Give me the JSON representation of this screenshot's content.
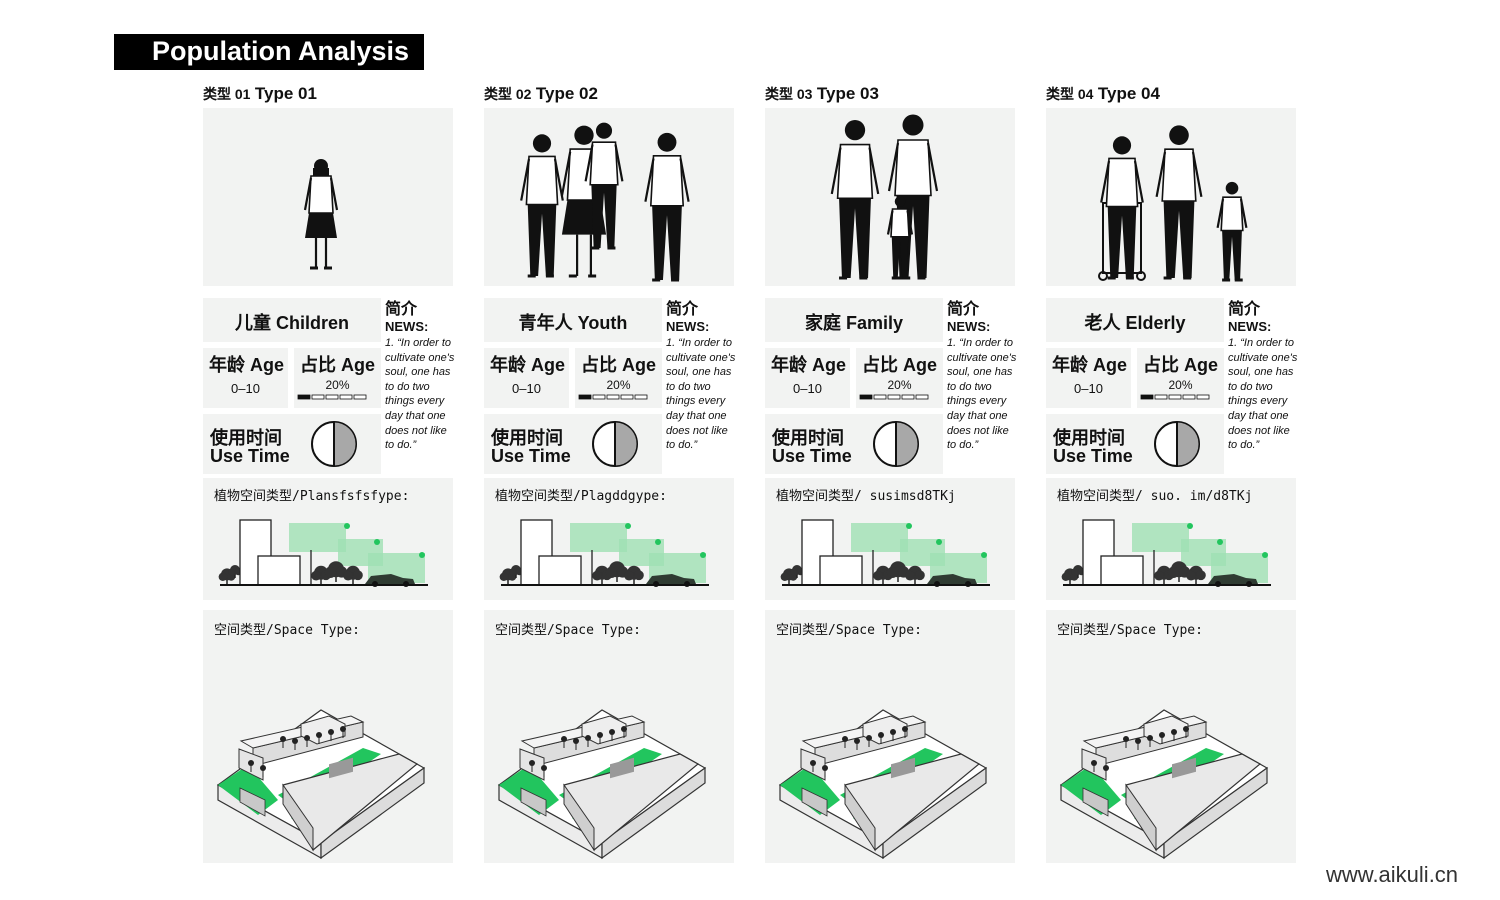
{
  "page_title": "Population Analysis",
  "watermark": "www.aikuli.cn",
  "colors": {
    "accent_green": "#22c55e",
    "light_green": "#9fe0b3",
    "panel_bg": "#f2f3f2",
    "clock_fill": "#a8a8a8"
  },
  "cards": [
    {
      "type_cn": "类型 01",
      "type_en": "Type 01",
      "name": "儿童 Children",
      "age_label": "年龄 Age",
      "age_value": "0–10",
      "ratio_label": "占比 Age",
      "ratio_value": "20%",
      "ratio_fraction": 0.2,
      "use_time_cn": "使用时间",
      "use_time_en": "Use Time",
      "use_time_fraction": 0.5,
      "news_title": "简介",
      "news_subtitle": "NEWS:",
      "news_body": "1. “In order to cultivate one's soul, one has to do two things every day that one does not like to do.”",
      "plant_label": "植物空间类型/Plansfsfsfype:",
      "space_label": "空间类型/Space Type:",
      "illustration_icon": "child-with-binoculars-figure"
    },
    {
      "type_cn": "类型 02",
      "type_en": "Type 02",
      "name": "青年人 Youth",
      "age_label": "年龄 Age",
      "age_value": "0–10",
      "ratio_label": "占比 Age",
      "ratio_value": "20%",
      "ratio_fraction": 0.2,
      "use_time_cn": "使用时间",
      "use_time_en": "Use Time",
      "use_time_fraction": 0.5,
      "news_title": "简介",
      "news_subtitle": "NEWS:",
      "news_body": "1. “In order to cultivate one's soul, one has to do two things every day that one does not like to do.”",
      "plant_label": "植物空间类型/Plagddgype:",
      "space_label": "空间类型/Space Type:",
      "illustration_icon": "youth-group-figures"
    },
    {
      "type_cn": "类型 03",
      "type_en": "Type 03",
      "name": "家庭 Family",
      "age_label": "年龄 Age",
      "age_value": "0–10",
      "ratio_label": "占比 Age",
      "ratio_value": "20%",
      "ratio_fraction": 0.2,
      "use_time_cn": "使用时间",
      "use_time_en": "Use Time",
      "use_time_fraction": 0.5,
      "news_title": "简介",
      "news_subtitle": "NEWS:",
      "news_body": "1. “In order to cultivate one's soul, one has to do two things every day that one does not like to do.”",
      "plant_label": "植物空间类型/ susimsd8TKj",
      "space_label": "空间类型/Space Type:",
      "illustration_icon": "family-figures"
    },
    {
      "type_cn": "类型 04",
      "type_en": "Type 04",
      "name": "老人 Elderly",
      "age_label": "年龄 Age",
      "age_value": "0–10",
      "ratio_label": "占比 Age",
      "ratio_value": "20%",
      "ratio_fraction": 0.2,
      "use_time_cn": "使用时间",
      "use_time_en": "Use Time",
      "use_time_fraction": 0.5,
      "news_title": "简介",
      "news_subtitle": "NEWS:",
      "news_body": "1. “In order to cultivate one's soul, one has to do two things every day that one does not like to do.”",
      "plant_label": "植物空间类型/ suo. im/d8TKj",
      "space_label": "空间类型/Space Type:",
      "illustration_icon": "elderly-with-walker-figures"
    }
  ]
}
